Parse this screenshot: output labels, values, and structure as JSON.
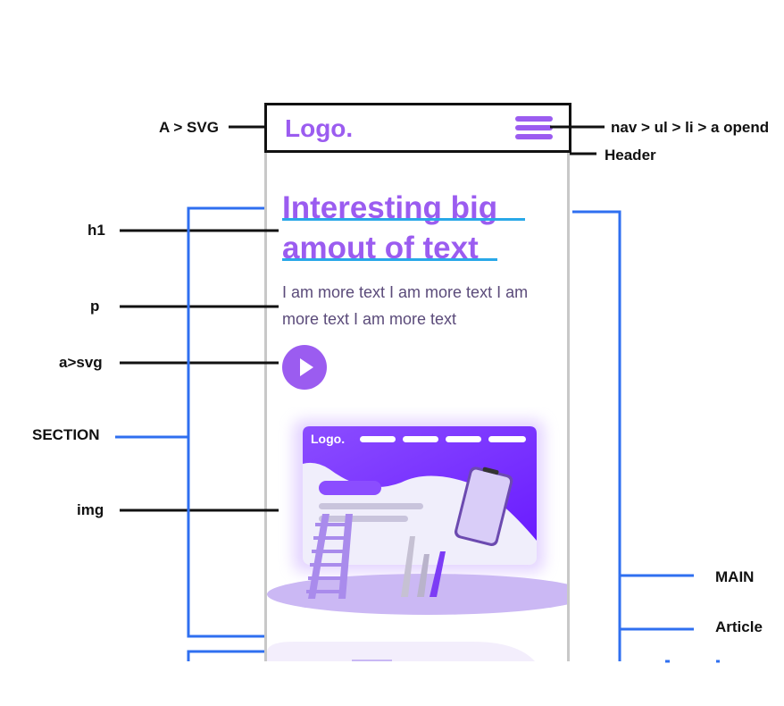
{
  "mockup": {
    "logo": "Logo.",
    "headline": "Interesting big amout of text",
    "paragraph": "I am more text I am more text I am more text I am more text",
    "illustration_logo": "Logo."
  },
  "labels": {
    "a_svg": "A > SVG",
    "nav": "nav > ul > li > a opend",
    "header": "Header",
    "h1": "h1",
    "p": "p",
    "a_svg_play": "a>svg",
    "section": "SECTION",
    "img": "img",
    "main": "MAIN",
    "article": "Article"
  },
  "colors": {
    "brand_purple": "#9b5cf0",
    "underline_blue": "#29a8e8",
    "bracket_blue": "#2f6ff0",
    "text_dark": "#111111"
  },
  "icons": [
    "hamburger-menu-icon",
    "play-icon"
  ]
}
